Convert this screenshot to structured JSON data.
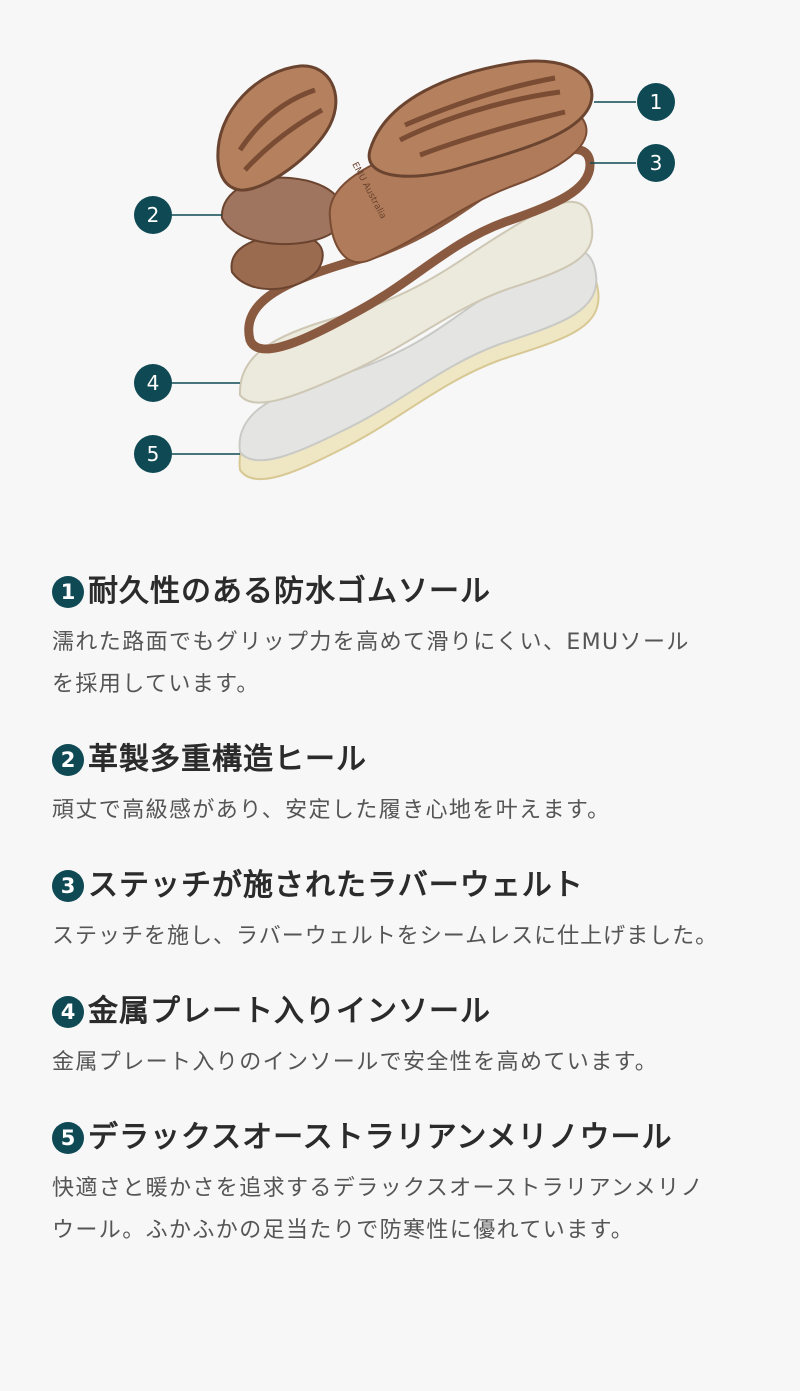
{
  "colors": {
    "badge": "#0f4a54",
    "title_text": "#2b2b2b",
    "body_text": "#555555",
    "background": "#f7f7f7"
  },
  "figure": {
    "image": "exploded-boot-sole-illustration",
    "callouts": [
      {
        "num": "1",
        "target": "rubber-outsole"
      },
      {
        "num": "2",
        "target": "stacked-leather-heel"
      },
      {
        "num": "3",
        "target": "stitched-rubber-welt"
      },
      {
        "num": "4",
        "target": "metal-plate-insole"
      },
      {
        "num": "5",
        "target": "merino-wool-footbed"
      }
    ]
  },
  "features": [
    {
      "num": "1",
      "title": "耐久性のある防水ゴムソール",
      "desc": "濡れた路面でもグリップ力を高めて滑りにくい、EMUソールを採用しています。"
    },
    {
      "num": "2",
      "title": "革製多重構造ヒール",
      "desc": "頑丈で高級感があり、安定した履き心地を叶えます。"
    },
    {
      "num": "3",
      "title": "ステッチが施されたラバーウェルト",
      "desc": "ステッチを施し、ラバーウェルトをシームレスに仕上げました。"
    },
    {
      "num": "4",
      "title": "金属プレート入りインソール",
      "desc": "金属プレート入りのインソールで安全性を高めています。"
    },
    {
      "num": "5",
      "title": "デラックスオーストラリアンメリノウール",
      "desc": "快適さと暖かさを追求するデラックスオーストラリアンメリノウール。ふかふかの足当たりで防寒性に優れています。"
    }
  ]
}
